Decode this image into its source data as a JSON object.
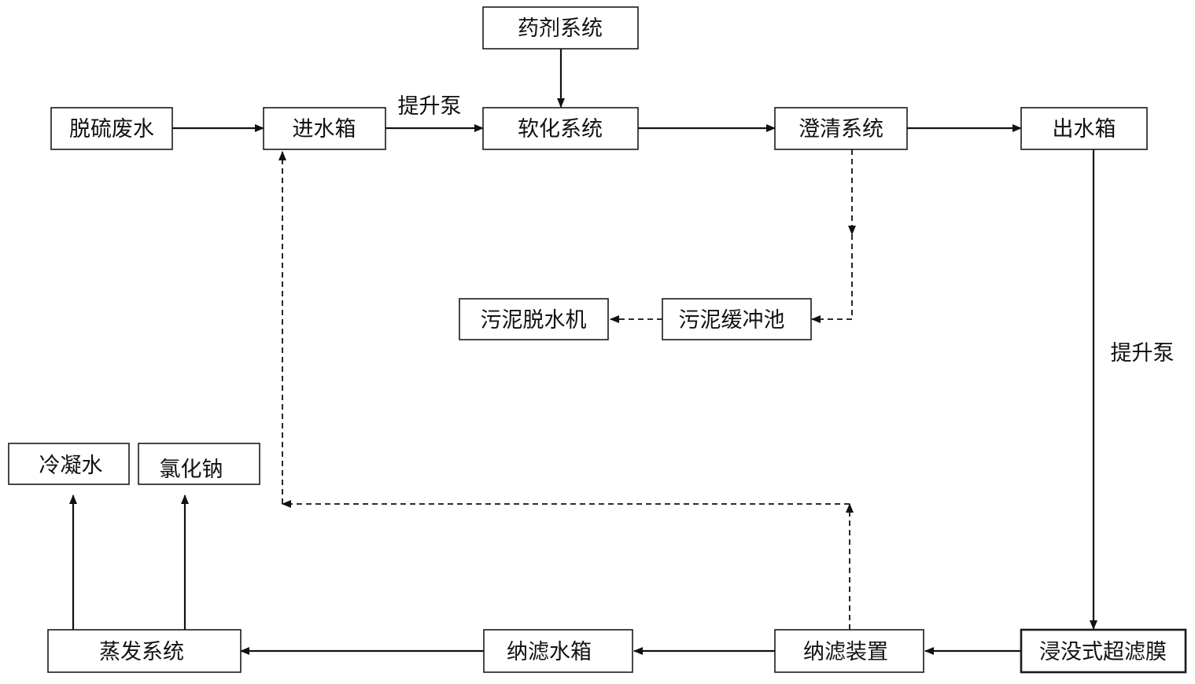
{
  "colors": {
    "line": "#111111",
    "box_border": "#1a1a1a",
    "background": "#ffffff"
  },
  "nodes": {
    "desulfurization_wastewater": "脱硫废水",
    "inlet_tank": "进水箱",
    "chemical_system": "药剂系统",
    "softening_system": "软化系统",
    "clarification_system": "澄清系统",
    "outlet_tank": "出水箱",
    "sludge_buffer_tank": "污泥缓冲池",
    "sludge_dewatering_machine": "污泥脱水机",
    "condensate_water": "冷凝水",
    "sodium_chloride": "氯化钠",
    "evaporation_system": "蒸发系统",
    "nanofiltration_tank": "纳滤水箱",
    "nanofiltration_device": "纳滤装置",
    "submerged_ultrafiltration": "浸没式超滤膜"
  },
  "edge_labels": {
    "lift_pump_top": "提升泵",
    "lift_pump_right": "提升泵"
  },
  "edges": [
    {
      "from": "desulfurization_wastewater",
      "to": "inlet_tank",
      "style": "solid"
    },
    {
      "from": "inlet_tank",
      "to": "softening_system",
      "style": "solid"
    },
    {
      "from": "chemical_system",
      "to": "softening_system",
      "style": "solid"
    },
    {
      "from": "softening_system",
      "to": "clarification_system",
      "style": "solid"
    },
    {
      "from": "clarification_system",
      "to": "outlet_tank",
      "style": "solid"
    },
    {
      "from": "clarification_system",
      "to": "sludge_buffer_tank",
      "style": "dashed"
    },
    {
      "from": "sludge_buffer_tank",
      "to": "sludge_dewatering_machine",
      "style": "dashed"
    },
    {
      "from": "outlet_tank",
      "to": "submerged_ultrafiltration",
      "style": "solid"
    },
    {
      "from": "submerged_ultrafiltration",
      "to": "nanofiltration_device",
      "style": "solid"
    },
    {
      "from": "nanofiltration_device",
      "to": "nanofiltration_tank",
      "style": "solid"
    },
    {
      "from": "nanofiltration_tank",
      "to": "evaporation_system",
      "style": "solid"
    },
    {
      "from": "nanofiltration_device",
      "to": "inlet_tank",
      "style": "dashed"
    },
    {
      "from": "evaporation_system",
      "to": "condensate_water",
      "style": "solid"
    },
    {
      "from": "evaporation_system",
      "to": "sodium_chloride",
      "style": "solid"
    }
  ]
}
